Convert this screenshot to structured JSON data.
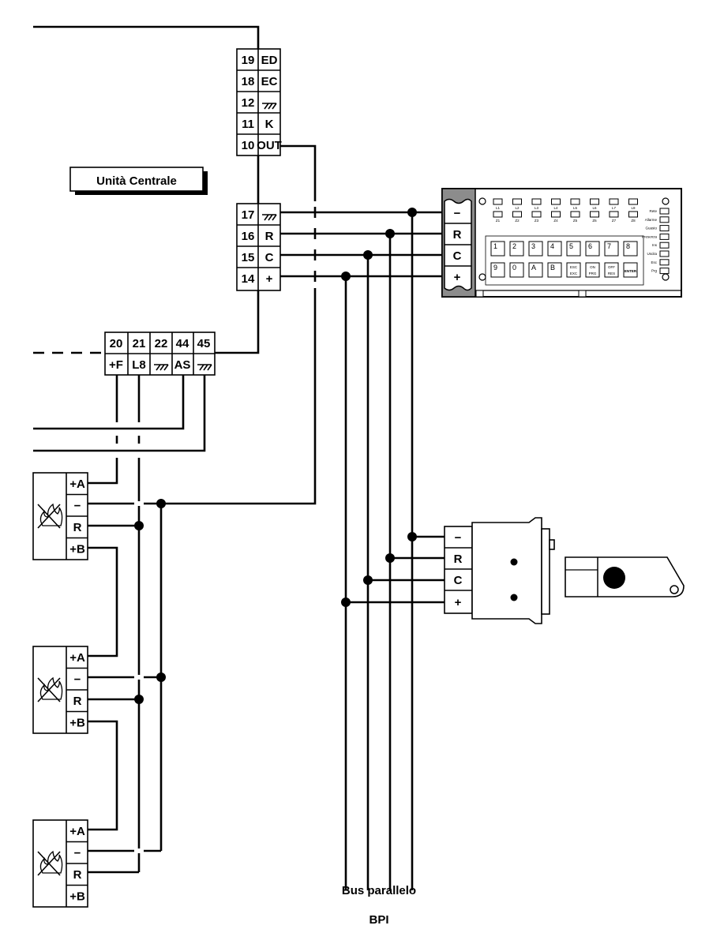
{
  "central_unit": {
    "title": "Unità Centrale",
    "top_terminals": [
      {
        "num": "19",
        "label": "ED"
      },
      {
        "num": "18",
        "label": "EC"
      },
      {
        "num": "12",
        "label": ""
      },
      {
        "num": "11",
        "label": "K"
      },
      {
        "num": "10",
        "label": "OUT"
      }
    ],
    "bus_terminals": [
      {
        "num": "17",
        "label": ""
      },
      {
        "num": "16",
        "label": "R"
      },
      {
        "num": "15",
        "label": "C"
      },
      {
        "num": "14",
        "label": "+"
      }
    ],
    "lower_terminals": [
      {
        "num": "20",
        "label": "+F"
      },
      {
        "num": "21",
        "label": "L8"
      },
      {
        "num": "22",
        "label": ""
      },
      {
        "num": "44",
        "label": "AS"
      },
      {
        "num": "45",
        "label": ""
      }
    ]
  },
  "keypad": {
    "terminals": [
      "−",
      "R",
      "C",
      "+"
    ],
    "led_top_labels": [
      "L1",
      "L2",
      "L3",
      "L4",
      "L5",
      "L6",
      "L7",
      "L8"
    ],
    "led_bottom_labels": [
      "Z1",
      "Z2",
      "Z3",
      "Z4",
      "Z5",
      "Z6",
      "Z7",
      "Z8"
    ],
    "side_labels": [
      "Rete",
      "Allarme",
      "Guasto",
      "Presenza",
      "Ins",
      "Uscita",
      "Esc",
      "Prg"
    ],
    "keys_row1": [
      "1",
      "2",
      "3",
      "4",
      "5",
      "6",
      "7",
      "8"
    ],
    "keys_row2": [
      {
        "top": "9",
        "bottom": ""
      },
      {
        "top": "0",
        "bottom": ""
      },
      {
        "top": "A",
        "bottom": ""
      },
      {
        "top": "B",
        "bottom": ""
      },
      {
        "top": "ESC",
        "bottom": "EXC"
      },
      {
        "top": "ON",
        "bottom": "PRG"
      },
      {
        "top": "OFF",
        "bottom": "RES"
      },
      {
        "top": "ENTER",
        "bottom": ""
      }
    ]
  },
  "reader": {
    "terminals": [
      "−",
      "R",
      "C",
      "+"
    ]
  },
  "detectors": [
    {
      "terminals": [
        "+A",
        "−",
        "R",
        "+B"
      ]
    },
    {
      "terminals": [
        "+A",
        "−",
        "R",
        "+B"
      ]
    },
    {
      "terminals": [
        "+A",
        "−",
        "R",
        "+B"
      ]
    }
  ],
  "bus": {
    "caption": "Bus parallelo",
    "name": "BPI"
  },
  "colors": {
    "wire": "#000000",
    "device_body": "#ffffff",
    "device_frame": "#8c8c8c"
  }
}
